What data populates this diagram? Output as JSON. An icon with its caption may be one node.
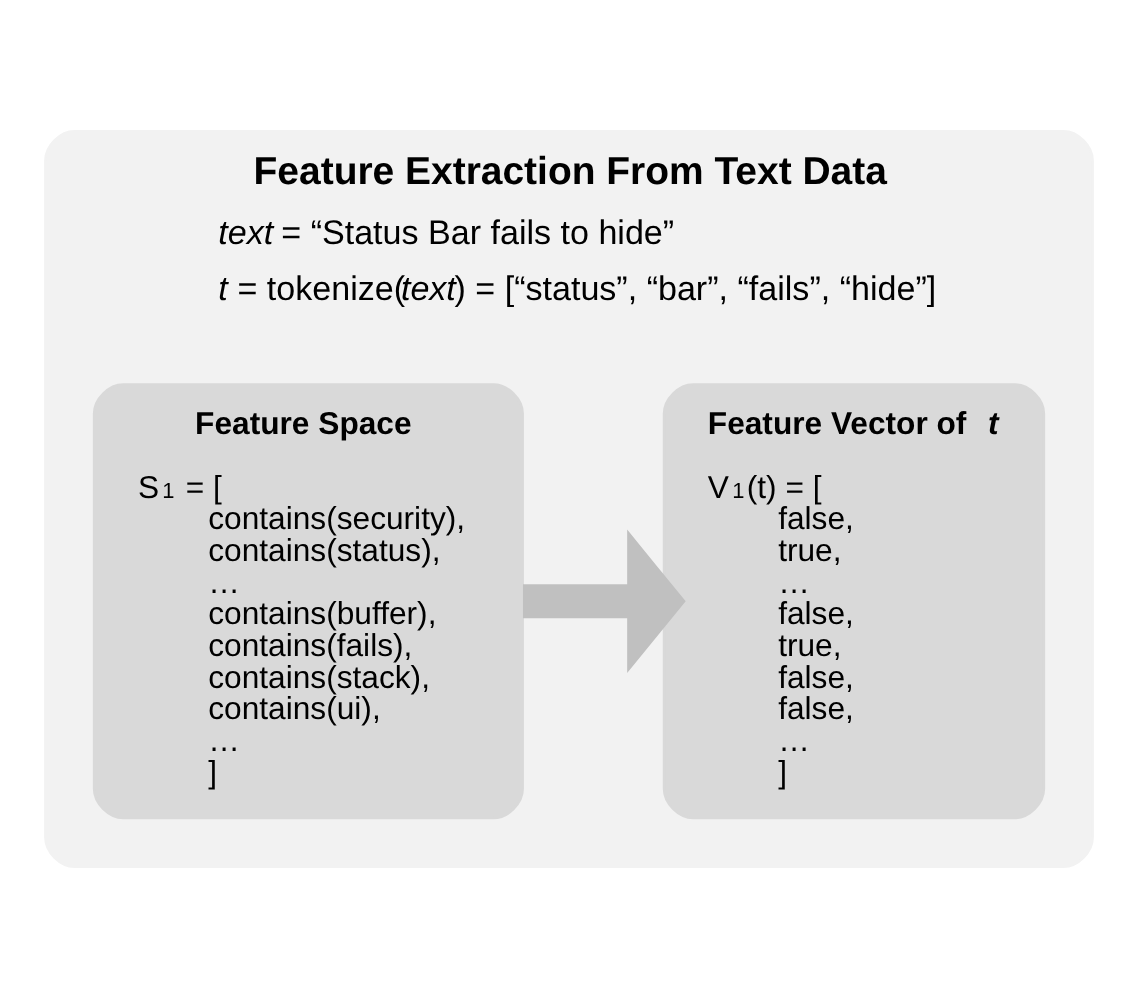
{
  "diagram": {
    "nodes": [
      {
        "text": [
          "Feature Extraction From Text Data",
          "*text* = “Status Bar fails to hide”",
          "*t* = tokenize(*text*) = [“status”, “bar”, “fails”, “hide”]"
        ]
      },
      {
        "text": [
          "Feature Space",
          "S$_{1}$ = [",
          "contains(security),",
          "contains(status),",
          "…",
          "contains(buffer),",
          "contains(fails),",
          "contains(stack),",
          "contains(ui),",
          "…",
          "]"
        ],
        "in": 0
      },
      {
        "text": [
          "Feature Vector of *t*",
          "V$_{1}$(t) = [",
          "false,",
          "true,",
          "…",
          "false,",
          "true,",
          "false,",
          "false,",
          "…",
          "]"
        ],
        "in": 0
      }
    ],
    "edges": [
      {
        "from": 1,
        "to": 2,
        "arrow": "to"
      }
    ]
  }
}
